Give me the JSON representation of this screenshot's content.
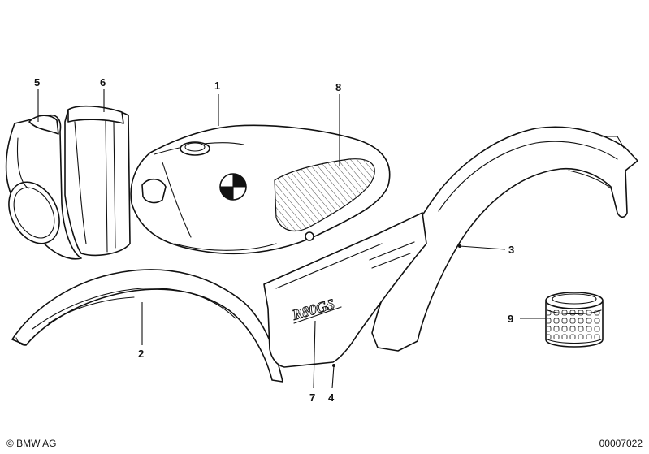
{
  "callouts": [
    "1",
    "2",
    "3",
    "4",
    "5",
    "6",
    "7",
    "8",
    "9"
  ],
  "decal_text": "R80GS",
  "footer": {
    "copyright": "© BMW AG",
    "reference": "00007022"
  },
  "colors": {
    "line": "#111111",
    "background": "#ffffff"
  }
}
